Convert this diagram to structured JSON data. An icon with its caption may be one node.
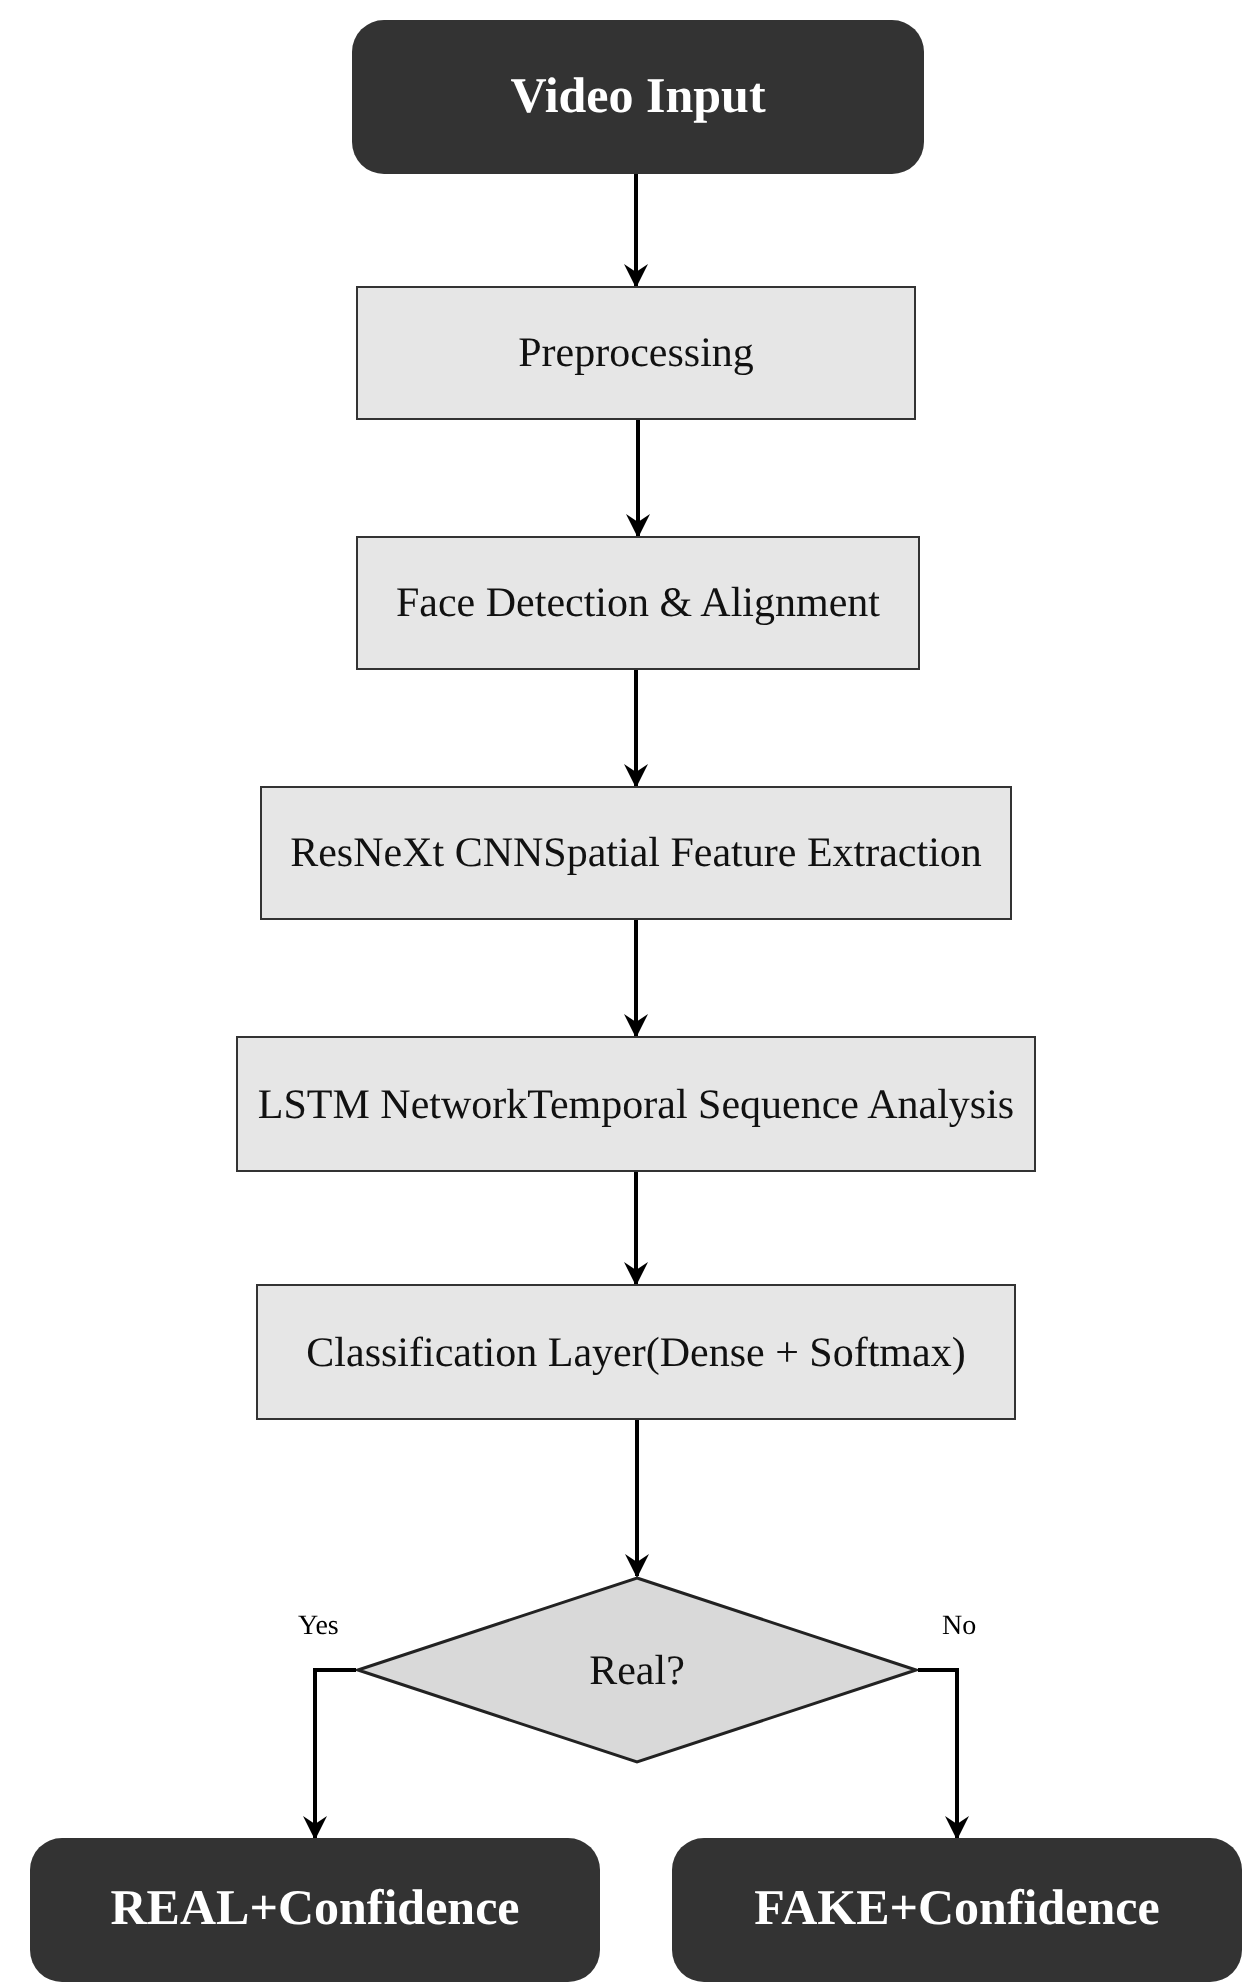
{
  "diagram": {
    "nodes": [
      {
        "text": [
          "Video Input"
        ]
      },
      {
        "text": [
          "Preprocessing"
        ]
      },
      {
        "text": [
          "Face Detection & Alignment"
        ]
      },
      {
        "text": [
          "ResNeXt CNNSpatial Feature Extraction"
        ]
      },
      {
        "text": [
          "LSTM NetworkTemporal Sequence Analysis"
        ]
      },
      {
        "text": [
          "Classification Layer(Dense + Softmax)"
        ]
      },
      {
        "text": [
          "Real?"
        ]
      },
      {
        "text": [
          "REAL+Confidence"
        ]
      },
      {
        "text": [
          "FAKE+Confidence"
        ]
      }
    ],
    "edges": [
      {
        "from": 0,
        "to": 1,
        "arrow": "to"
      },
      {
        "from": 1,
        "to": 2,
        "arrow": "to"
      },
      {
        "from": 2,
        "to": 3,
        "arrow": "to"
      },
      {
        "from": 3,
        "to": 4,
        "arrow": "to"
      },
      {
        "from": 4,
        "to": 5,
        "arrow": "to"
      },
      {
        "from": 5,
        "to": 6,
        "arrow": "to"
      },
      {
        "from": 6,
        "to": 7,
        "label": "Yes",
        "arrow": "to"
      },
      {
        "from": 6,
        "to": 8,
        "label": "No",
        "arrow": "to"
      }
    ]
  }
}
